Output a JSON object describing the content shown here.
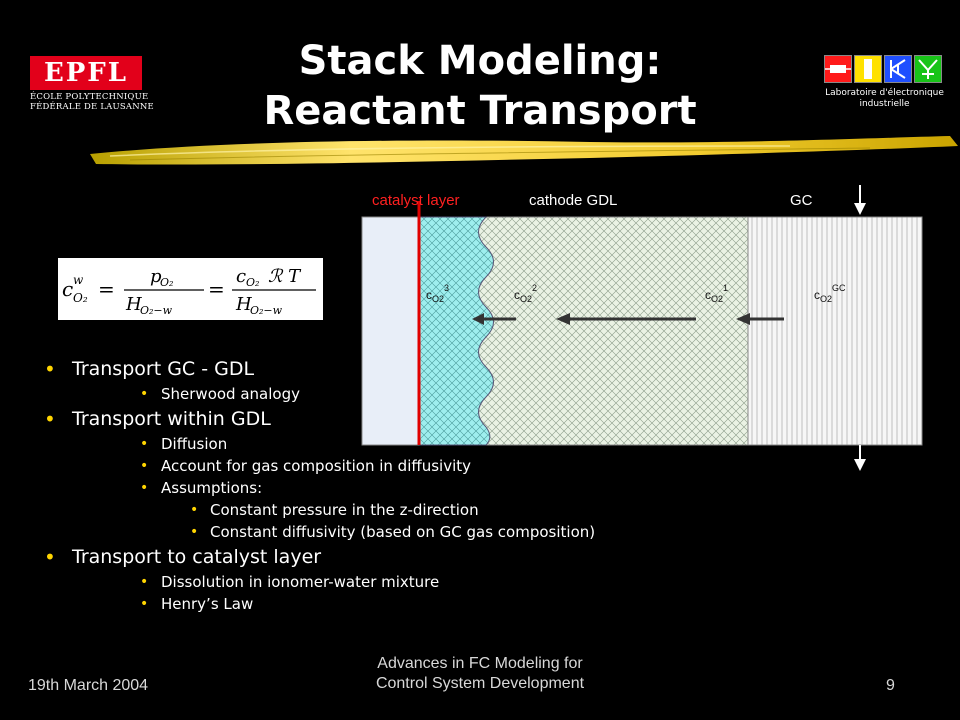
{
  "header": {
    "title_line1": "Stack Modeling:",
    "title_line2": "Reactant Transport"
  },
  "logos": {
    "left": {
      "wordmark": "EPFL",
      "line1": "ÉCOLE POLYTECHNIQUE",
      "line2": "FÉDÉRALE DE LAUSANNE",
      "color": "#e2001a"
    },
    "right": {
      "line1": "Laboratoire d'électronique",
      "line2": "industrielle",
      "box_colors": [
        "#ff1a1a",
        "#ffe100",
        "#1f4fff",
        "#18c418"
      ]
    }
  },
  "diagram": {
    "label_catalyst": "catalyst layer",
    "label_gdl": "cathode GDL",
    "label_gc": "GC",
    "conc": [
      {
        "base": "c",
        "sub": "O2",
        "sup": "3"
      },
      {
        "base": "c",
        "sub": "O2",
        "sup": "2"
      },
      {
        "base": "c",
        "sub": "O2",
        "sup": "1"
      },
      {
        "base": "c",
        "sub": "O2",
        "sup": "GC"
      }
    ],
    "colors": {
      "membrane": "#e8eef8",
      "catalyst_line": "#e00000",
      "catalyst_fill": "#99eeee",
      "gdl_fill": "#e8f0e0",
      "gc_fill": "#f4f4f4",
      "label_red": "#ff2020"
    }
  },
  "equation": {
    "lhs": "c",
    "lhs_sup": "w",
    "lhs_sub": "O₂",
    "num1": "p",
    "num1_sub": "O₂",
    "den1": "H",
    "den1_sub": "O₂−w",
    "num2": "c",
    "num2_sub": "O₂",
    "num2_tail": "ℛ T",
    "den2": "H",
    "den2_sub": "O₂−w"
  },
  "bullets": [
    {
      "level": 1,
      "text": "Transport GC - GDL"
    },
    {
      "level": 2,
      "text": "Sherwood analogy"
    },
    {
      "level": 1,
      "text": "Transport within GDL"
    },
    {
      "level": 2,
      "text": "Diffusion"
    },
    {
      "level": 2,
      "text": "Account for gas composition in diffusivity"
    },
    {
      "level": 2,
      "text": "Assumptions:"
    },
    {
      "level": 3,
      "text": "Constant pressure in the z-direction"
    },
    {
      "level": 3,
      "text": "Constant diffusivity (based on GC gas composition)"
    },
    {
      "level": 1,
      "text": "Transport to catalyst layer"
    },
    {
      "level": 2,
      "text": "Dissolution in ionomer-water mixture"
    },
    {
      "level": 2,
      "text": "Henry’s Law"
    }
  ],
  "footer": {
    "date": "19th March 2004",
    "title_line1": "Advances in FC Modeling for",
    "title_line2": "Control System Development",
    "page": "9"
  }
}
